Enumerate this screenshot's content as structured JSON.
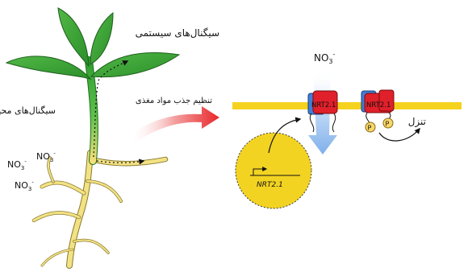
{
  "labels": {
    "systemic_signals": "سیگنال‌های سیستمی",
    "environmental_signals": "سیگنال‌های محیط",
    "nutrient_uptake_regulation": "تنظیم جذب مواد مغذی",
    "degradation": "تنزل"
  },
  "ions": {
    "main": "NO3",
    "charge": "-",
    "soil_1": "NO3",
    "soil_2": "NO3",
    "soil_3": "NO3",
    "subscript": "3",
    "base": "NO"
  },
  "transporter": {
    "label_1": "NRT2.1",
    "label_2": "NRT2.1",
    "phospho": "P"
  },
  "gene": {
    "label": "NRT2.1"
  },
  "colors": {
    "membrane": "#f5d21e",
    "leaf_green": "#2e9b2e",
    "stem_green": "#3bb33b",
    "root_yellow": "#f4e58a",
    "nucleus": "#f2d322",
    "transporter_red": "#e0202a",
    "transporter_blue": "#3f7fd6",
    "arrow_red": "#e8262a",
    "flow_blue": "#8ab8ee"
  }
}
